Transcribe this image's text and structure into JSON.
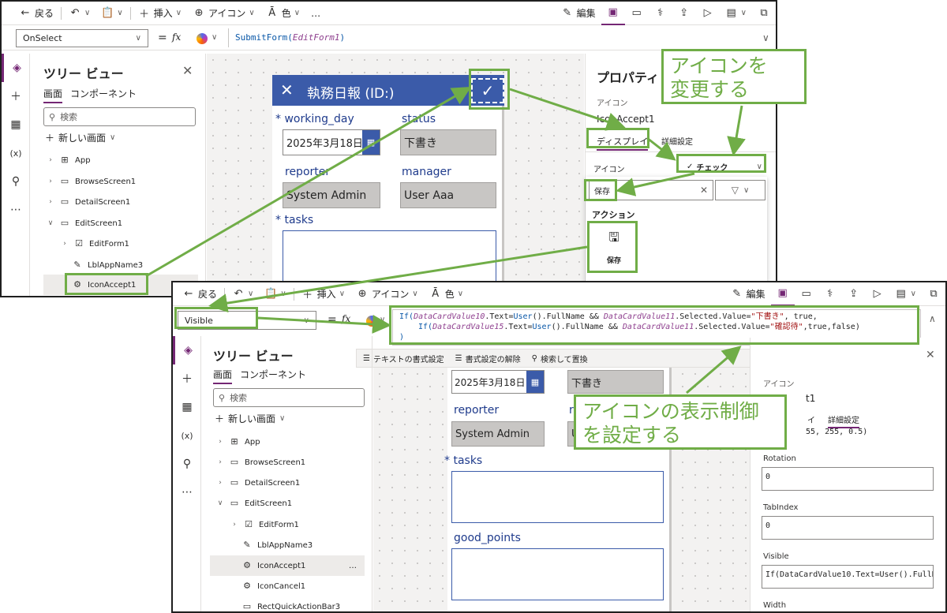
{
  "top": {
    "toolbar": {
      "back": "戻る",
      "insert": "挿入",
      "icon": "アイコン",
      "color": "色",
      "more": "…",
      "edit": "編集"
    },
    "formula": {
      "property": "OnSelect",
      "fx": "fx",
      "formula_fn": "SubmitForm(",
      "formula_arg": "EditForm1",
      "formula_end": ")"
    },
    "tree": {
      "title": "ツリー ビュー",
      "tab_screen": "画面",
      "tab_component": "コンポーネント",
      "search_placeholder": "検索",
      "new_screen": "新しい画面",
      "items": [
        "App",
        "BrowseScreen1",
        "DetailScreen1",
        "EditScreen1",
        "EditForm1",
        "LblAppName3",
        "IconAccept1"
      ]
    },
    "form": {
      "title": "執務日報 (ID:)",
      "working_day_label": "working_day",
      "working_day_value": "2025年3月18日",
      "status_label": "status",
      "status_value": "下書き",
      "reporter_label": "reporter",
      "reporter_value": "System Admin",
      "manager_label": "manager",
      "manager_value": "User Aaa",
      "tasks_label": "tasks",
      "required_mark": "*"
    },
    "props": {
      "title": "プロパティ",
      "icon_caption": "アイコン",
      "control_name": "IconAccept1",
      "tab_display": "ディスプレイ",
      "tab_advanced": "詳細設定",
      "icon_label": "アイコン",
      "icon_value": "チェック",
      "search_value": "保存",
      "action_label": "アクション",
      "save_label": "保存"
    }
  },
  "bottom": {
    "toolbar": {
      "back": "戻る",
      "insert": "挿入",
      "icon": "アイコン",
      "color": "色",
      "edit": "編集"
    },
    "formula": {
      "property": "Visible",
      "fx": "fx",
      "line1_a": "If(",
      "line1_var1": "DataCardValue10",
      "line1_b": ".Text=",
      "line1_fn": "User",
      "line1_c": "().FullName && ",
      "line1_var2": "DataCardValue11",
      "line1_d": ".Selected.Value=",
      "line1_str": "\"下書き\"",
      "line1_e": ", true,",
      "line2_a": "If(",
      "line2_var1": "DataCardValue15",
      "line2_b": ".Text=",
      "line2_fn": "User",
      "line2_c": "().FullName && ",
      "line2_var2": "DataCardValue11",
      "line2_d": ".Selected.Value=",
      "line2_str": "\"確認待\"",
      "line2_e": ",true,false)",
      "line3": ")",
      "fmt_text": "テキストの書式設定",
      "fmt_clear": "書式設定の解除",
      "find_replace": "検索して置換"
    },
    "tree": {
      "title": "ツリー ビュー",
      "tab_screen": "画面",
      "tab_component": "コンポーネント",
      "search_placeholder": "検索",
      "new_screen": "新しい画面",
      "items": [
        "App",
        "BrowseScreen1",
        "DetailScreen1",
        "EditScreen1",
        "EditForm1",
        "LblAppName3",
        "IconAccept1",
        "IconCancel1",
        "RectQuickActionBar3"
      ],
      "item_more": "…"
    },
    "form": {
      "working_day_value": "2025年3月18日",
      "status_value": "下書き",
      "reporter_label": "reporter",
      "reporter_value": "System Admin",
      "manager_fragment": "U",
      "manager_label_fragment": "r",
      "tasks_label": "tasks",
      "good_points_label": "good_points",
      "required_mark": "*"
    },
    "props": {
      "icon_caption": "アイコン",
      "control_fragment": "t1",
      "tab_fragment": "イ",
      "tab_advanced": "詳細設定",
      "color_fragment": "55, 255, 0.5)",
      "rotation_label": "Rotation",
      "rotation_value": "0",
      "tabindex_label": "TabIndex",
      "tabindex_value": "0",
      "visible_label": "Visible",
      "visible_value": "If(DataCardValue10.Text=User().FullNa…",
      "width_label": "Width",
      "close": "✕"
    }
  },
  "callouts": {
    "change_icon_1": "アイコンを",
    "change_icon_2": "変更する",
    "visibility_1": "アイコンの表示制御",
    "visibility_2": "を設定する"
  },
  "colors": {
    "accent_green": "#70ad47",
    "header_blue": "#3b5ba9",
    "purple": "#742774",
    "var_purple": "#8e3f8e",
    "string_red": "#a31515",
    "fn_blue": "#0a58a8"
  }
}
